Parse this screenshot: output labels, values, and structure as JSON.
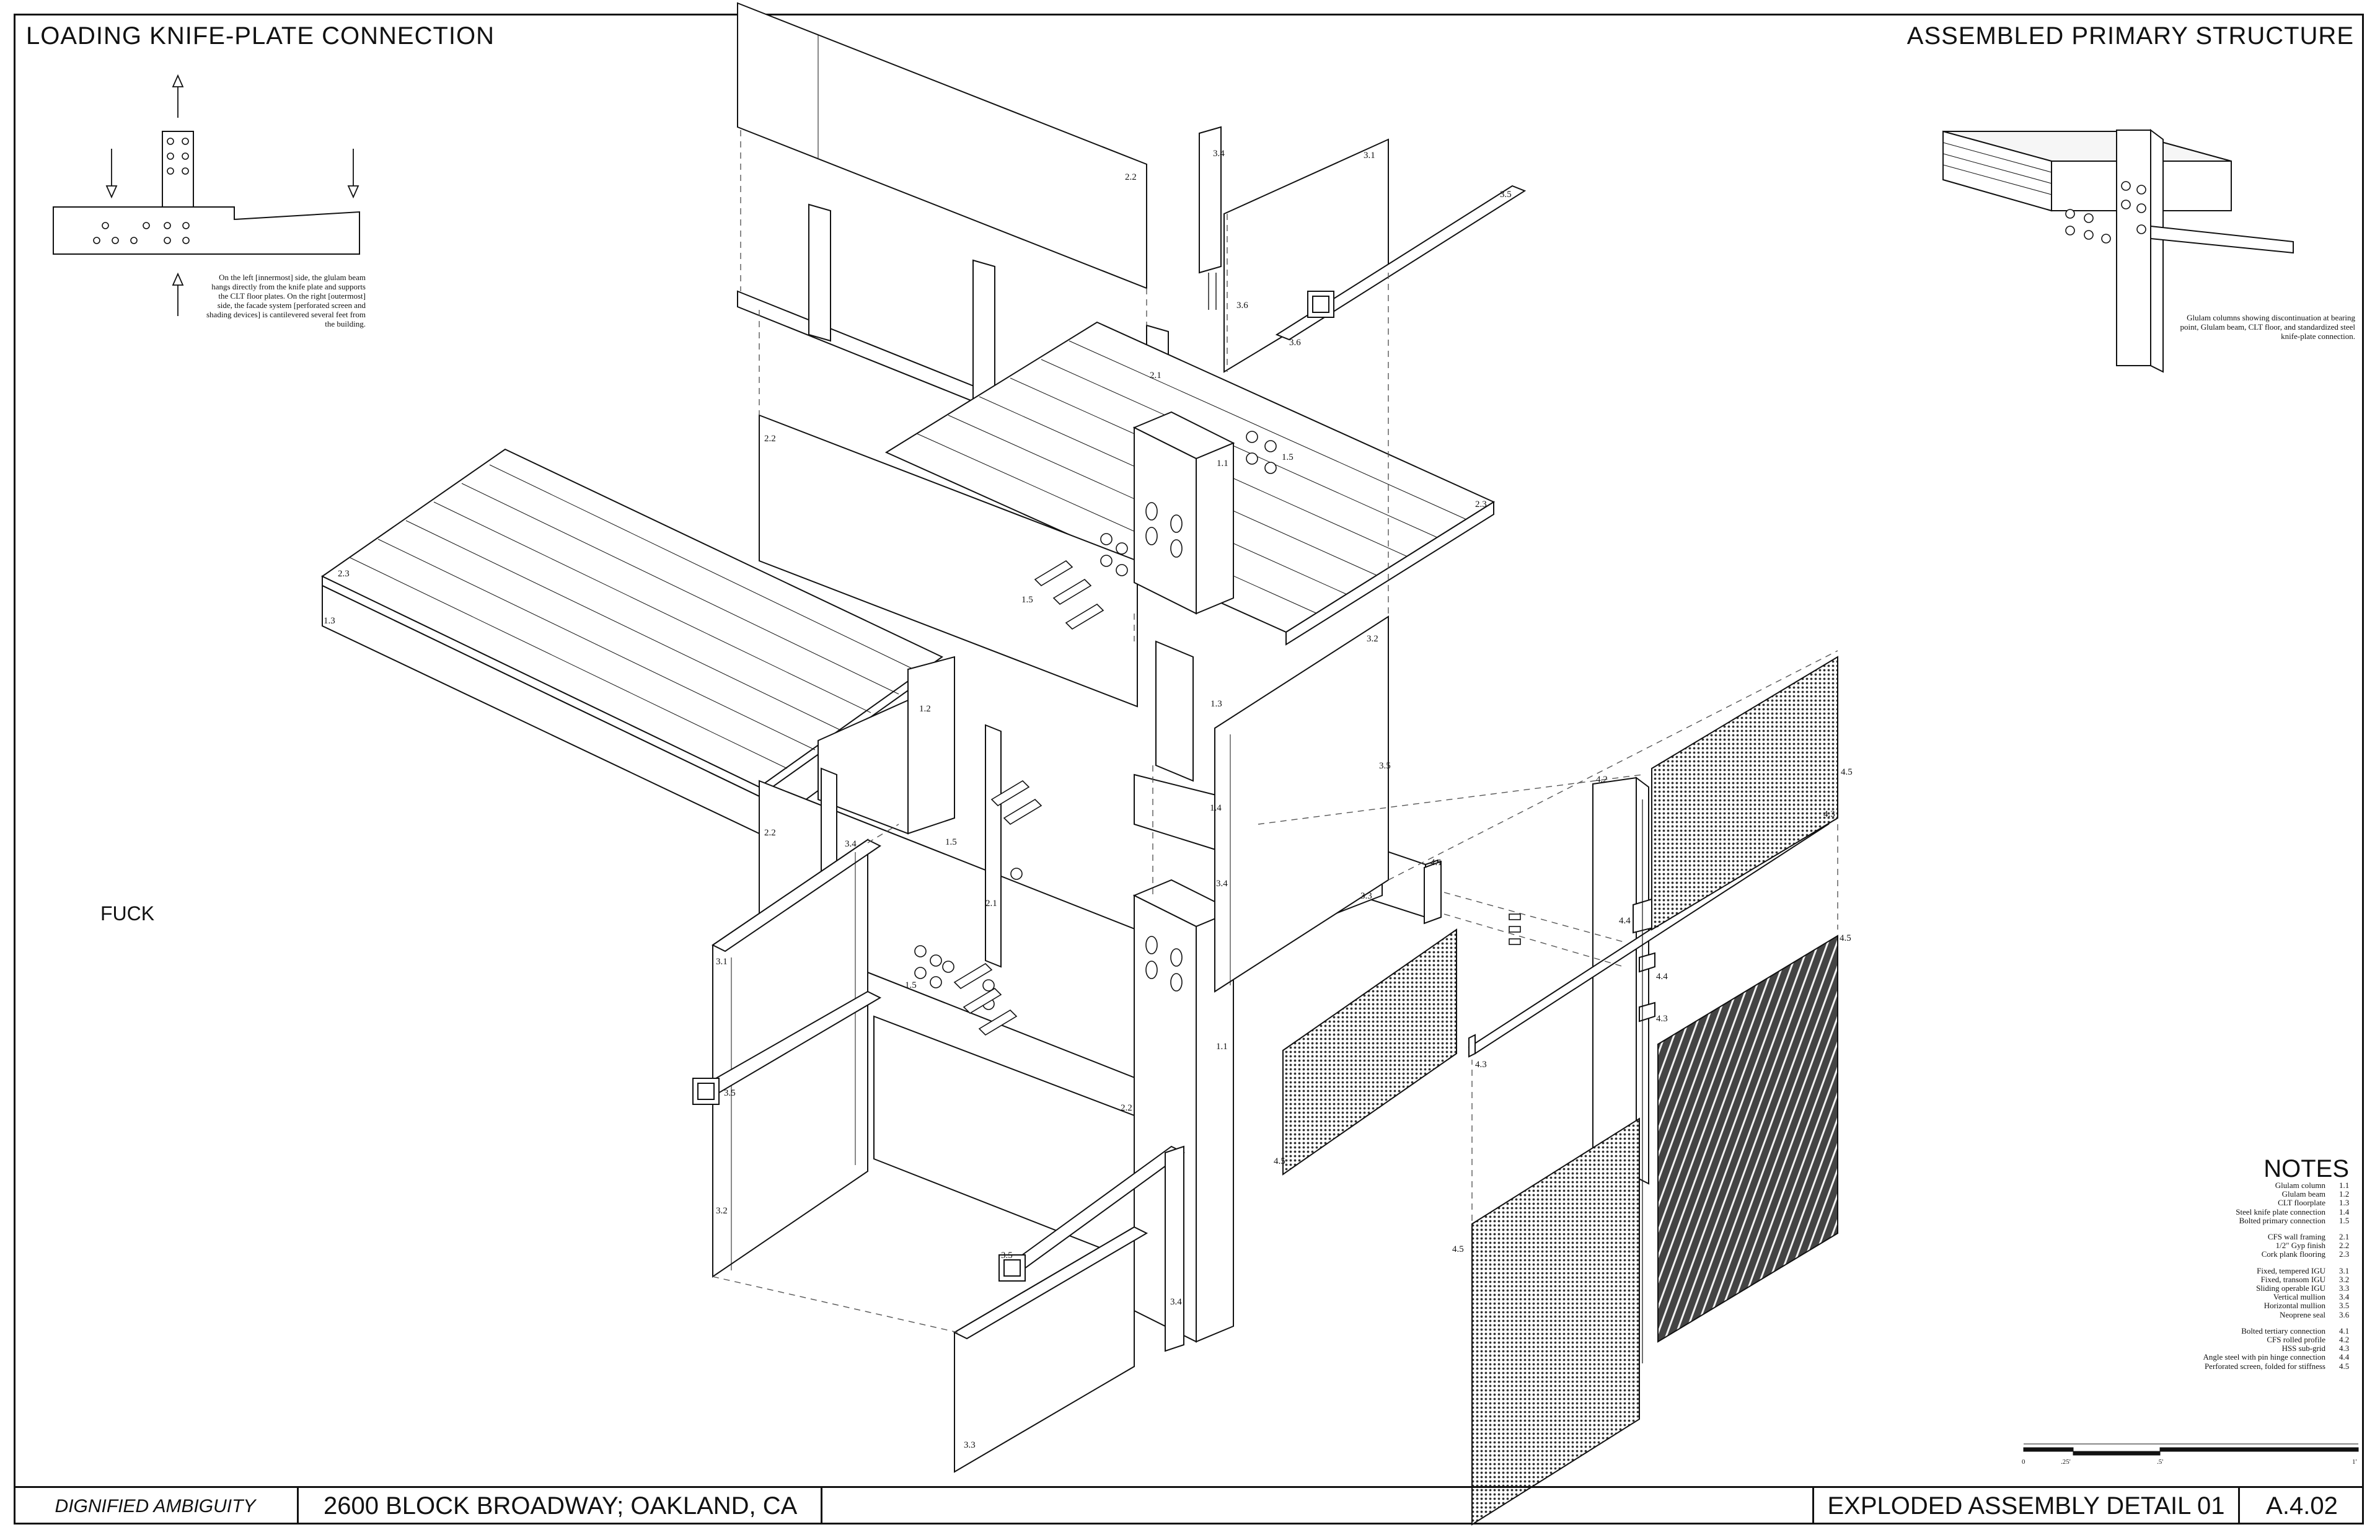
{
  "titles": {
    "left": "LOADING KNIFE-PLATE CONNECTION",
    "right": "ASSEMBLED PRIMARY STRUCTURE"
  },
  "captions": {
    "left": "On the left [innermost] side, the glulam beam hangs directly from the knife plate and supports the CLT floor plates. On the right [outermost] side, the facade system [perforated screen and shading devices] is cantilevered several feet from the building.",
    "right": "Glulam columns showing discontinuation at bearing point, Glulam beam, CLT floor, and standardized steel knife-plate connection."
  },
  "graffiti": "FUCK",
  "notes": {
    "title": "NOTES",
    "groups": [
      [
        {
          "label": "Glulam column",
          "num": "1.1"
        },
        {
          "label": "Glulam beam",
          "num": "1.2"
        },
        {
          "label": "CLT floorplate",
          "num": "1.3"
        },
        {
          "label": "Steel knife plate connection",
          "num": "1.4"
        },
        {
          "label": "Bolted primary connection",
          "num": "1.5"
        }
      ],
      [
        {
          "label": "CFS wall framing",
          "num": "2.1"
        },
        {
          "label": "1/2\" Gyp finish",
          "num": "2.2"
        },
        {
          "label": "Cork plank flooring",
          "num": "2.3"
        }
      ],
      [
        {
          "label": "Fixed, tempered IGU",
          "num": "3.1"
        },
        {
          "label": "Fixed, transom IGU",
          "num": "3.2"
        },
        {
          "label": "Sliding operable IGU",
          "num": "3.3"
        },
        {
          "label": "Vertical mullion",
          "num": "3.4"
        },
        {
          "label": "Horizontal mullion",
          "num": "3.5"
        },
        {
          "label": "Neoprene seal",
          "num": "3.6"
        }
      ],
      [
        {
          "label": "Bolted tertiary connection",
          "num": "4.1"
        },
        {
          "label": "CFS rolled profile",
          "num": "4.2"
        },
        {
          "label": "HSS sub-grid",
          "num": "4.3"
        },
        {
          "label": "Angle steel with pin hinge connection",
          "num": "4.4"
        },
        {
          "label": "Perforated screen, folded for stiffness",
          "num": "4.5"
        }
      ]
    ]
  },
  "scale": {
    "ticks": [
      "0",
      ".25'",
      ".5'",
      "1'"
    ]
  },
  "callouts": {
    "c11": "1.1",
    "c12": "1.2",
    "c13": "1.3",
    "c14": "1.4",
    "c15": "1.5",
    "c21": "2.1",
    "c22": "2.2",
    "c23": "2.3",
    "c31": "3.1",
    "c32": "3.2",
    "c33": "3.3",
    "c34": "3.4",
    "c35": "3.5",
    "c36": "3.6",
    "c41": "4.1",
    "c42": "4.2",
    "c43": "4.3",
    "c44": "4.4",
    "c45": "4.5"
  },
  "titleblock": {
    "firm": "DIGNIFIED AMBIGUITY",
    "address": "2600 BLOCK BROADWAY; OAKLAND, CA",
    "sheet_title": "EXPLODED ASSEMBLY DETAIL 01",
    "sheet_number": "A.4.02"
  },
  "colors": {
    "ink": "#111111",
    "hatch": "#555555",
    "paper": "#ffffff"
  }
}
